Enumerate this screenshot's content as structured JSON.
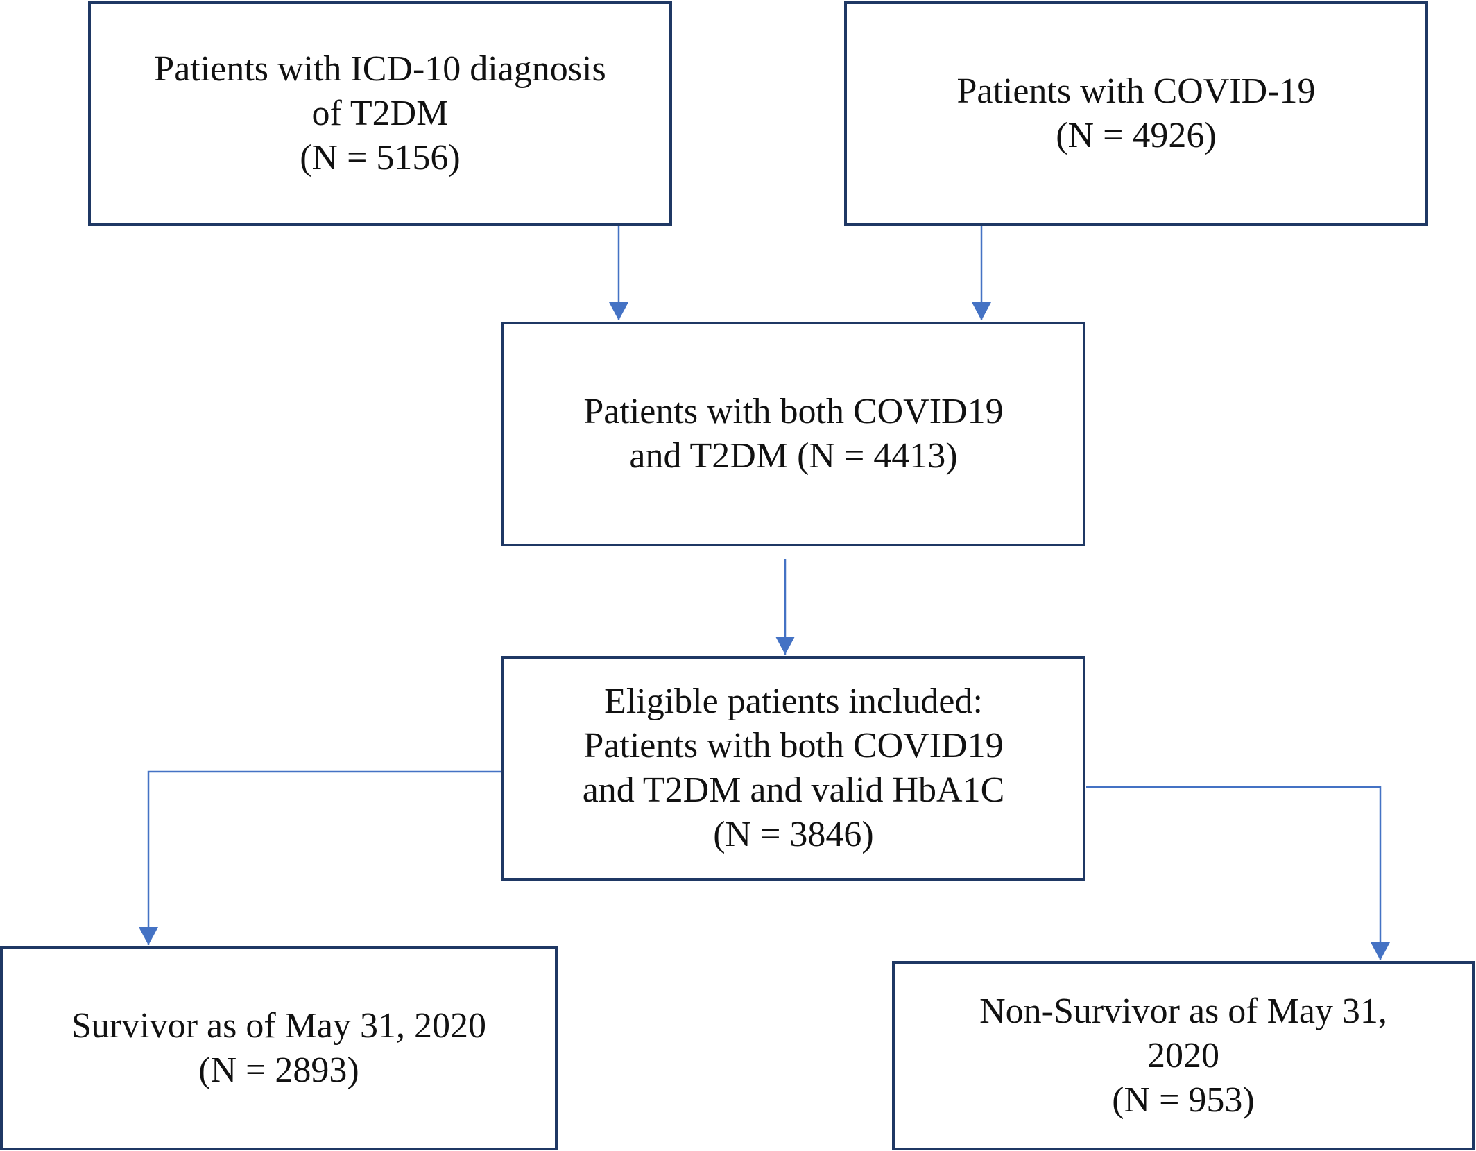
{
  "colors": {
    "box_border": "#1f3864",
    "arrow": "#4472c4",
    "text": "#111111",
    "background": "#ffffff"
  },
  "boxes": {
    "t2dm": {
      "lines": [
        "Patients with ICD-10 diagnosis",
        "of T2DM",
        "(N = 5156)"
      ]
    },
    "covid": {
      "lines": [
        "Patients with COVID-19",
        "(N = 4926)"
      ]
    },
    "both": {
      "lines": [
        "Patients with both COVID19",
        "and T2DM (N = 4413)"
      ]
    },
    "eligible": {
      "lines": [
        "Eligible patients included:",
        "Patients with both COVID19",
        "and T2DM and valid HbA1C",
        "(N = 3846)"
      ]
    },
    "survivor": {
      "lines": [
        "Survivor as of May 31, 2020",
        "(N = 2893)"
      ]
    },
    "non_survivor": {
      "lines": [
        "Non-Survivor as of May 31,",
        "2020",
        "(N = 953)"
      ]
    }
  },
  "connectors": [
    {
      "from": "t2dm",
      "to": "both"
    },
    {
      "from": "covid",
      "to": "both"
    },
    {
      "from": "both",
      "to": "eligible"
    },
    {
      "from": "eligible",
      "to": "survivor"
    },
    {
      "from": "eligible",
      "to": "non_survivor"
    }
  ]
}
